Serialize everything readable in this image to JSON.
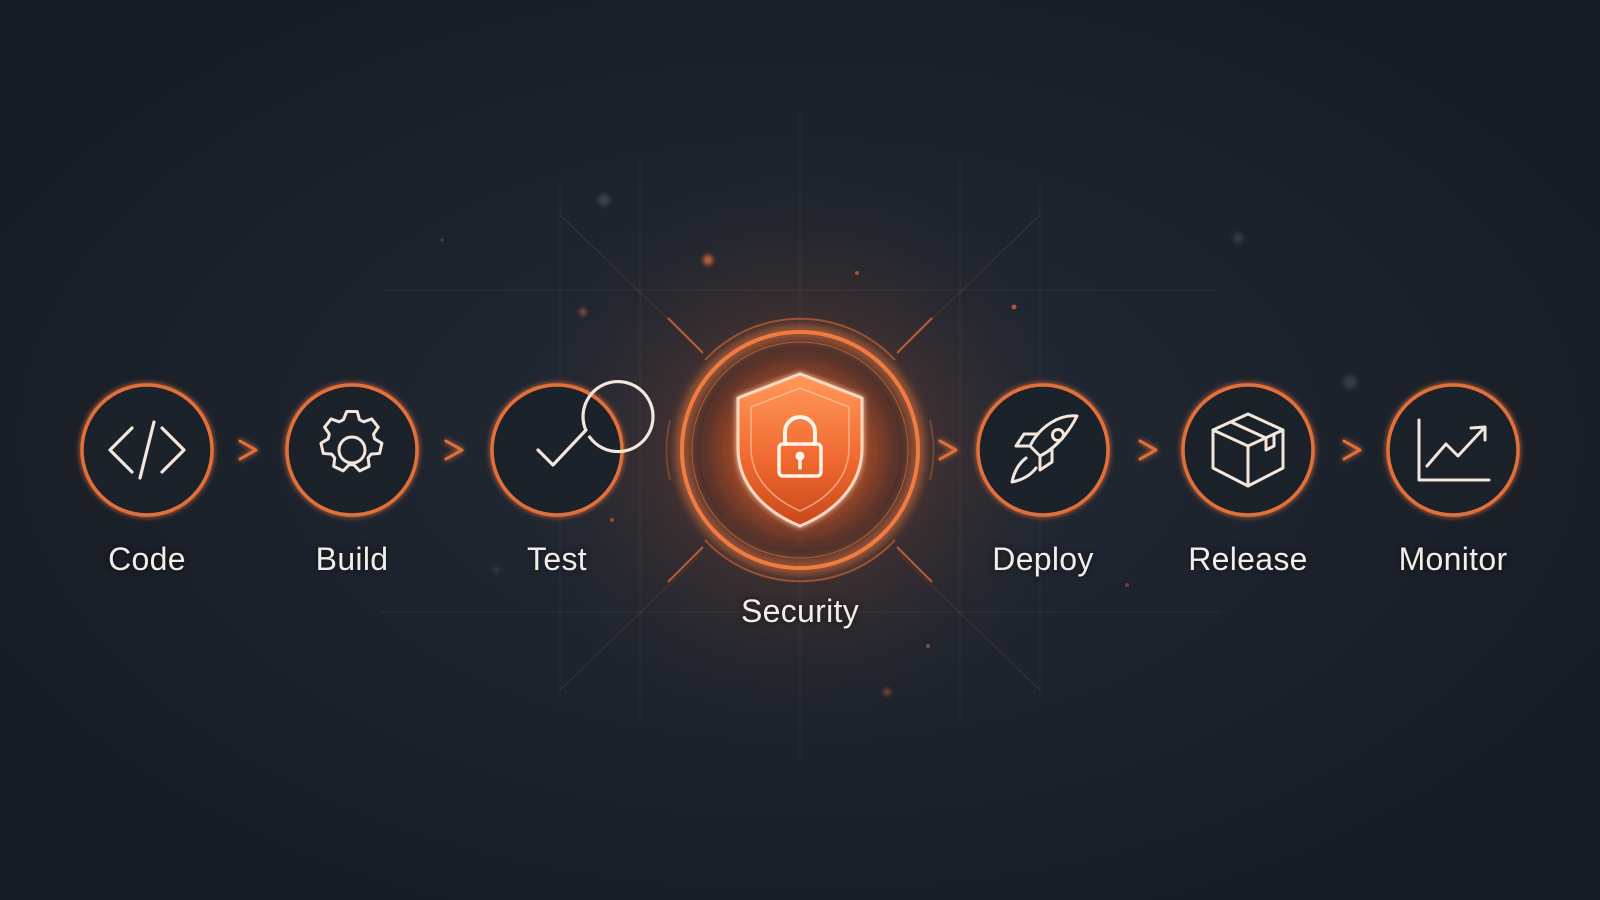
{
  "pipeline": {
    "stages": [
      {
        "id": "code",
        "label": "Code",
        "icon": "code-brackets-icon"
      },
      {
        "id": "build",
        "label": "Build",
        "icon": "gear-icon"
      },
      {
        "id": "test",
        "label": "Test",
        "icon": "check-circle-icon"
      },
      {
        "id": "security",
        "label": "Security",
        "icon": "shield-lock-icon",
        "highlighted": true
      },
      {
        "id": "deploy",
        "label": "Deploy",
        "icon": "rocket-icon"
      },
      {
        "id": "release",
        "label": "Release",
        "icon": "package-box-icon"
      },
      {
        "id": "monitor",
        "label": "Monitor",
        "icon": "trend-chart-icon"
      }
    ]
  },
  "colors": {
    "background": "#1c222c",
    "accent": "#e2703a",
    "accent_bright": "#ff8a4c",
    "icon_stroke": "#f3e6dc",
    "label_text": "#f1ede8"
  }
}
